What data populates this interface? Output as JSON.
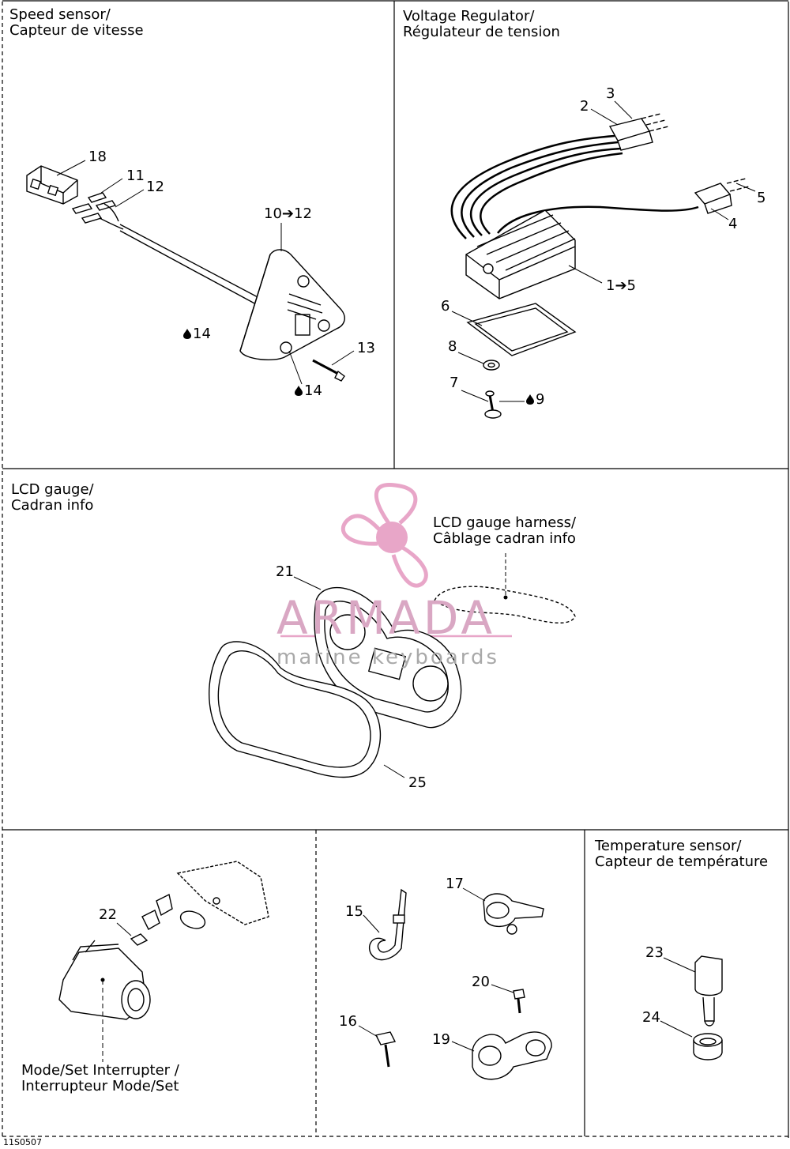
{
  "panels": {
    "speed_sensor": {
      "title_line1": "Speed sensor/",
      "title_line2": "Capteur de vitesse"
    },
    "voltage_regulator": {
      "title_line1": "Voltage Regulator/",
      "title_line2": "Régulateur de tension"
    },
    "lcd_gauge": {
      "title_line1": "LCD gauge/",
      "title_line2": "Cadran info"
    },
    "lcd_harness": {
      "title_line1": "LCD gauge harness/",
      "title_line2": "Câblage cadran info"
    },
    "temperature_sensor": {
      "title_line1": "Temperature sensor/",
      "title_line2": "Capteur de température"
    },
    "mode_set": {
      "title_line1": "Mode/Set Interrupter /",
      "title_line2": "Interrupteur Mode/Set"
    }
  },
  "callouts": {
    "c18": "18",
    "c11": "11",
    "c12": "12",
    "c10_12": "10➔12",
    "c14a": "14",
    "c13": "13",
    "c14b": "14",
    "c3": "3",
    "c2": "2",
    "c5": "5",
    "c4": "4",
    "c1_5": "1➔5",
    "c6": "6",
    "c8": "8",
    "c7": "7",
    "c9": "9",
    "c21": "21",
    "c25": "25",
    "c22": "22",
    "c15": "15",
    "c17": "17",
    "c20": "20",
    "c16": "16",
    "c19": "19",
    "c23": "23",
    "c24": "24"
  },
  "watermark": {
    "brand": "ARMADA",
    "tagline": "marine keyboards",
    "color": "#e8a6c8"
  },
  "figure_code": "11S0507"
}
